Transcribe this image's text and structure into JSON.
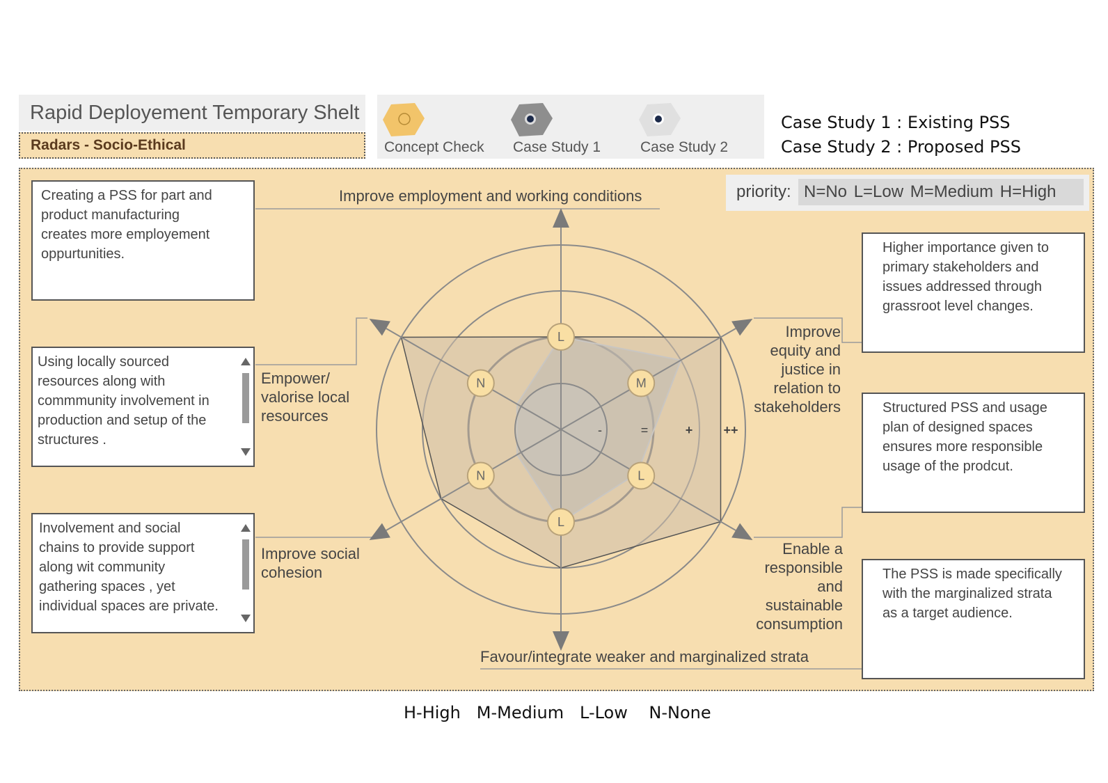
{
  "header": {
    "title": "Rapid Deployement Temporary Shelt",
    "subtitle": "Radars - Socio-Ethical"
  },
  "legend": {
    "items": [
      {
        "label": "Concept Check",
        "color": "#f2c46a",
        "icon": "hexagon-ring-icon"
      },
      {
        "label": "Case Study 1",
        "color": "#8e8e8e",
        "icon": "hexagon-dot-icon"
      },
      {
        "label": "Case Study 2",
        "color": "#e0e0e0",
        "icon": "hexagon-dot-icon"
      }
    ]
  },
  "case_studies": [
    "Case Study 1 : Existing PSS",
    "Case Study 2 : Proposed PSS"
  ],
  "priority": {
    "label": "priority:",
    "keys": "N=No  L=Low  M=Medium  H=High"
  },
  "notes": {
    "employment": [
      "Creating a PSS for part and",
      "product manufacturing",
      "creates more employement",
      "oppurtunities."
    ],
    "local_resources": [
      "Using locally sourced",
      "resources along with",
      "commmunity involvement in",
      "production and setup of the",
      "structures ."
    ],
    "social_cohesion": [
      "Involvement and social",
      "chains to provide support",
      "along wit community",
      "gathering spaces , yet",
      "individual spaces are private."
    ],
    "equity": [
      "Higher importance given to",
      "primary stakeholders and",
      "issues addressed through",
      "grassroot level changes."
    ],
    "responsible": [
      "Structured PSS and usage",
      "plan of designed spaces",
      "ensures more responsible",
      "usage of the prodcut."
    ],
    "marginalized": [
      "The PSS is made specifically",
      "with the marginalized strata",
      "as a target audience."
    ]
  },
  "axes": {
    "top": "Improve employment and working conditions",
    "upper_left": [
      "Empower/",
      "valorise local",
      "resources"
    ],
    "lower_left": [
      "Improve social",
      "cohesion"
    ],
    "upper_right": [
      "Improve",
      "equity and",
      "justice in",
      "relation to",
      "stakeholders"
    ],
    "lower_right": [
      "Enable a",
      "responsible",
      "and",
      "sustainable",
      "consumption"
    ],
    "bottom": "Favour/integrate weaker and marginalized strata"
  },
  "scale_labels": [
    "-",
    "=",
    "+",
    "++"
  ],
  "colors": {
    "panel": "#f7deb0",
    "concept": "#f2c46a",
    "line": "#8a8a8a"
  },
  "chart_data": {
    "type": "radar",
    "axes": [
      "Improve employment and working conditions",
      "Improve equity and justice in relation to stakeholders",
      "Enable a responsible and sustainable consumption",
      "Favour/integrate weaker and marginalized strata",
      "Improve social cohesion",
      "Empower/ valorise local resources"
    ],
    "levels": [
      "-",
      "=",
      "+",
      "++"
    ],
    "priority_markers": [
      "L",
      "M",
      "L",
      "L",
      "N",
      "N"
    ],
    "series": [
      {
        "values": [
          2,
          4,
          4,
          3,
          3,
          4
        ]
      },
      {
        "values": [
          2,
          3,
          1.9,
          2,
          1.1,
          1.1
        ]
      }
    ]
  }
}
